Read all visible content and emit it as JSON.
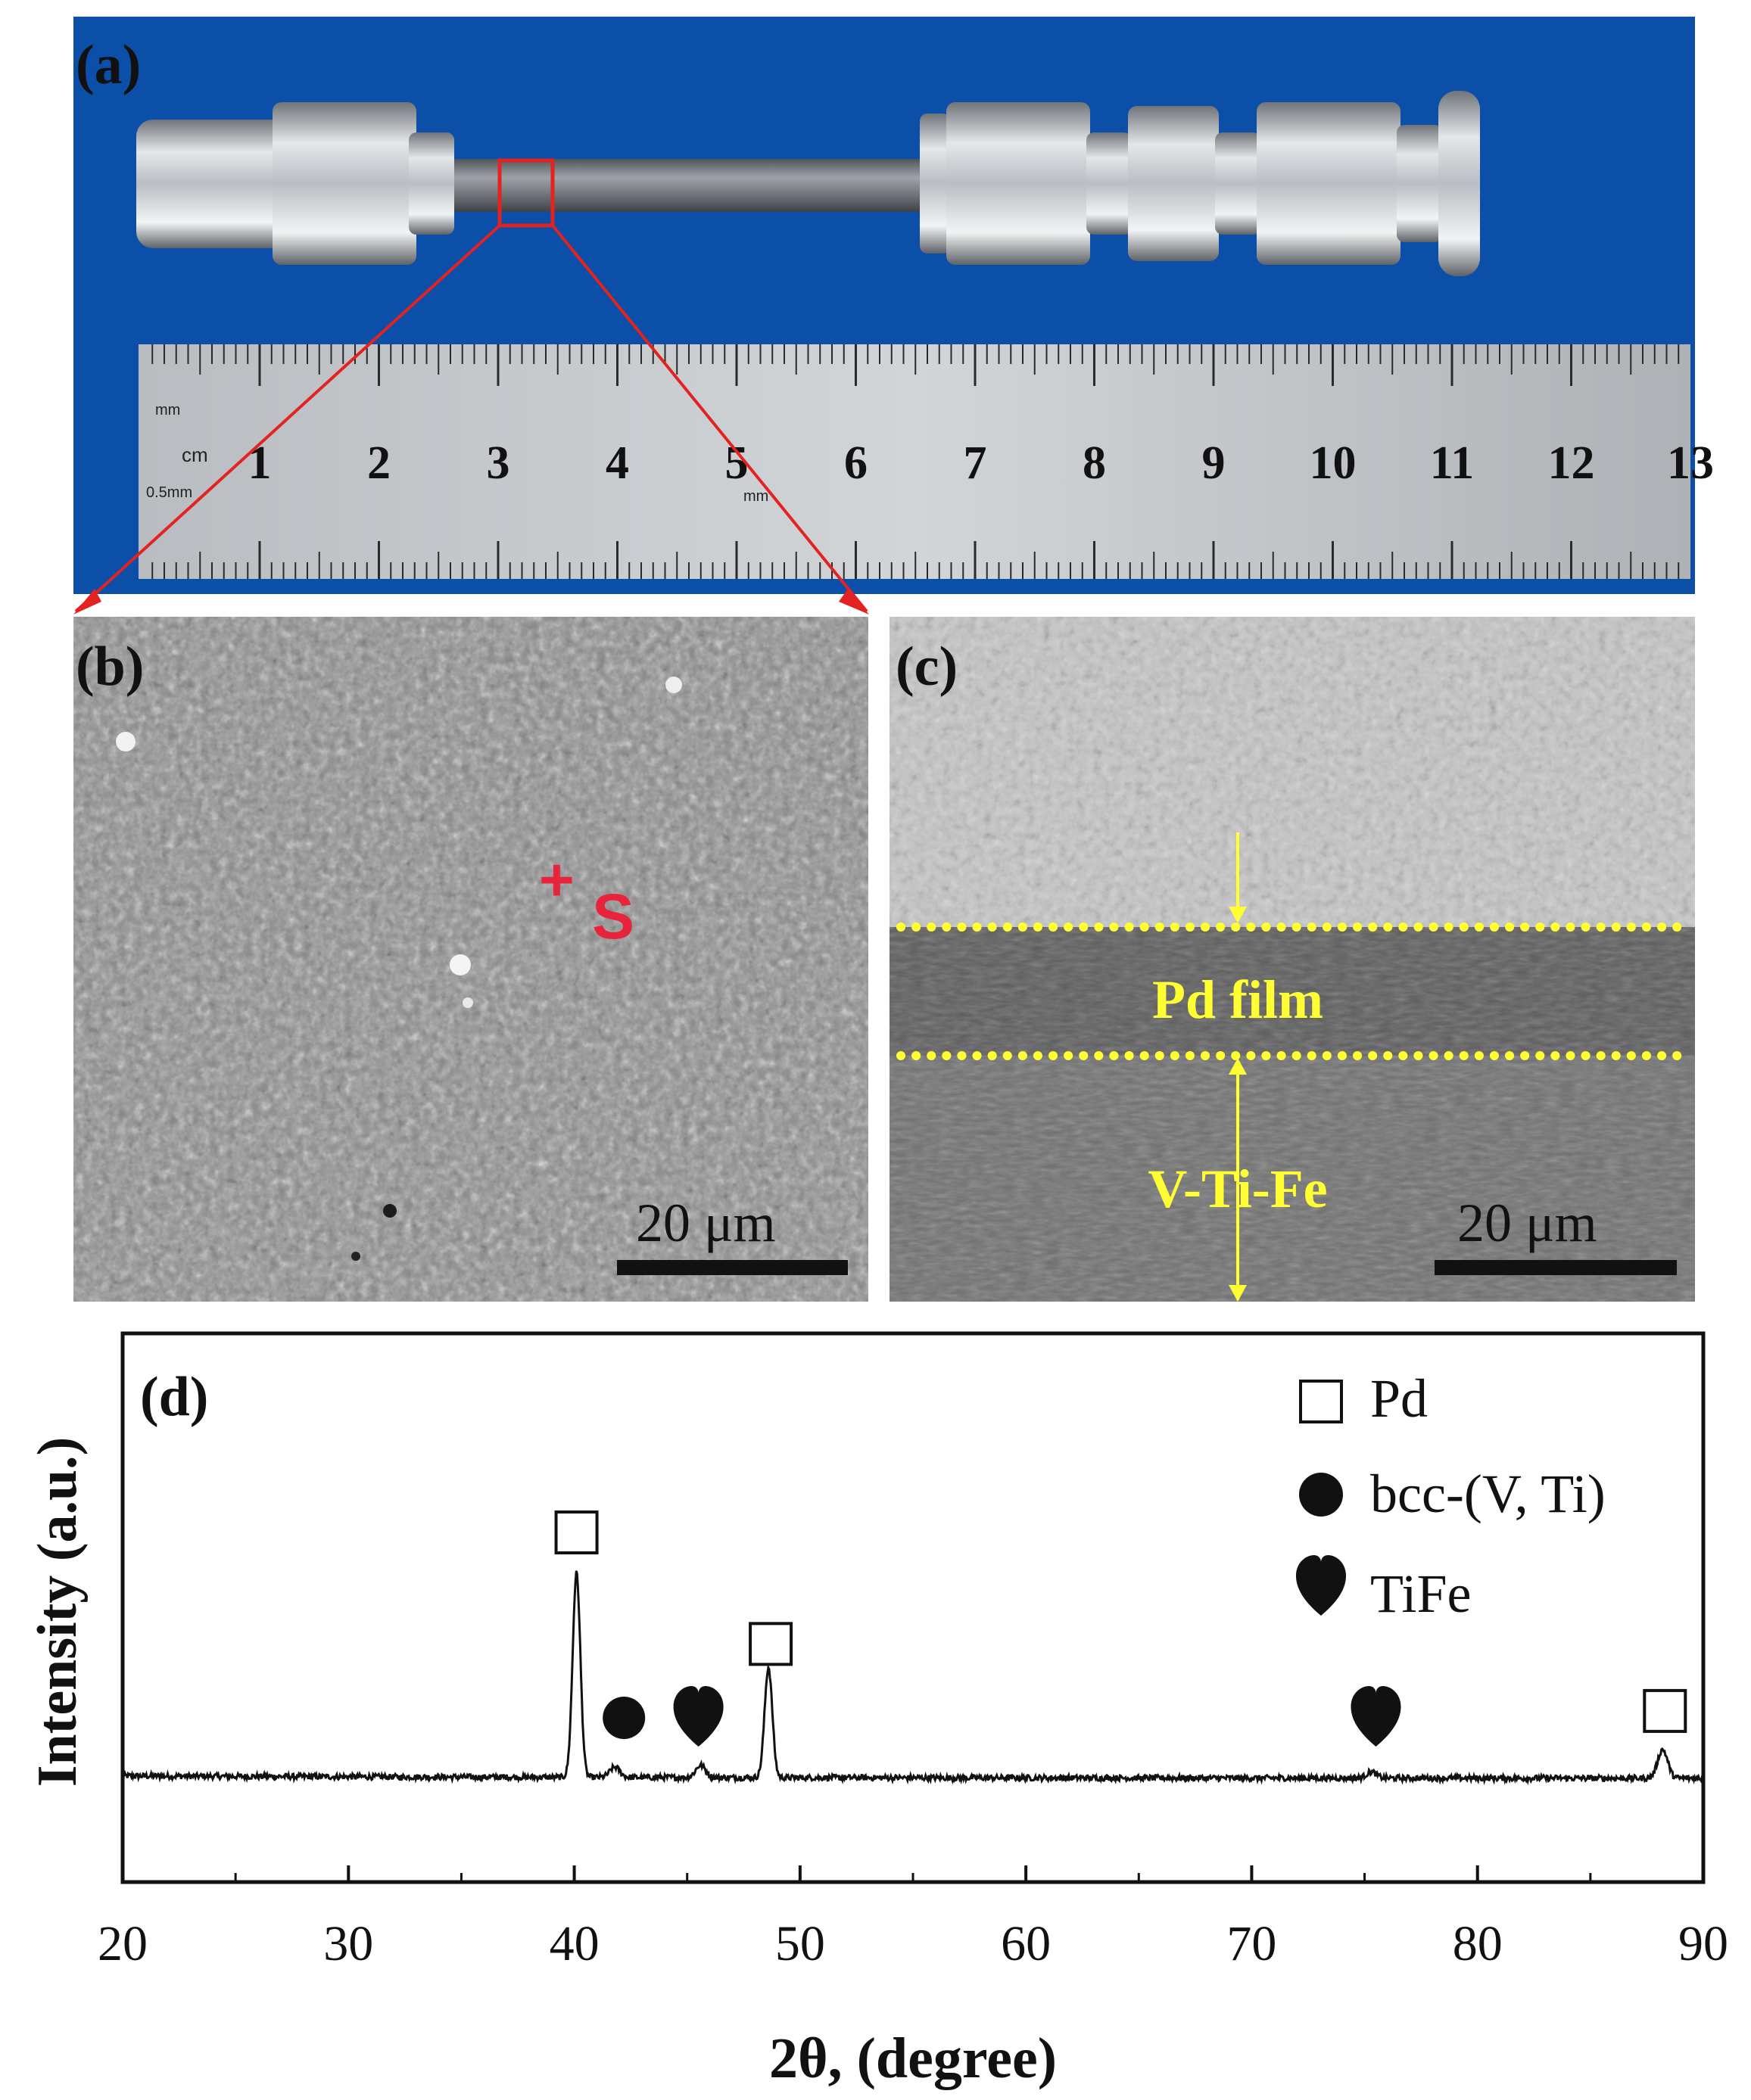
{
  "figure": {
    "panel_a": {
      "label": "(a)",
      "ruler": {
        "unit_top": "mm",
        "unit_cm": "cm",
        "unit_half": "0.5mm",
        "unit_mid": "mm",
        "numbers": [
          "1",
          "2",
          "3",
          "4",
          "5",
          "6",
          "7",
          "8",
          "9",
          "10",
          "11",
          "12",
          "13"
        ]
      },
      "colors": {
        "background": "#0b4fa8",
        "highlight": "#e32222"
      }
    },
    "panel_b": {
      "label": "(b)",
      "marker": "+",
      "marker_text": "S",
      "scale_bar": "20 μm"
    },
    "panel_c": {
      "label": "(c)",
      "layer_pd": "Pd film",
      "layer_base": "V-Ti-Fe",
      "scale_bar": "20 μm",
      "colors": {
        "annotation": "#ffff33"
      }
    },
    "panel_d": {
      "label": "(d)"
    }
  },
  "chart_data": {
    "type": "line",
    "title": "",
    "xlabel": "2θ, (degree)",
    "ylabel": "Intensity (a.u.)",
    "xlim": [
      20,
      90
    ],
    "xticks": [
      20,
      30,
      40,
      50,
      60,
      70,
      80,
      90
    ],
    "grid": false,
    "legend_position": "top-right",
    "legend": [
      {
        "name": "Pd",
        "symbol": "open-square"
      },
      {
        "name": "bcc-(V, Ti)",
        "symbol": "filled-circle"
      },
      {
        "name": "TiFe",
        "symbol": "heart"
      }
    ],
    "peaks": [
      {
        "x": 40.1,
        "height": 1.0,
        "phase": "Pd"
      },
      {
        "x": 41.8,
        "height": 0.05,
        "phase": "bcc-(V, Ti)"
      },
      {
        "x": 45.6,
        "height": 0.06,
        "phase": "TiFe"
      },
      {
        "x": 48.6,
        "height": 0.54,
        "phase": "Pd"
      },
      {
        "x": 75.3,
        "height": 0.03,
        "phase": "TiFe"
      },
      {
        "x": 88.2,
        "height": 0.14,
        "phase": "Pd"
      }
    ],
    "peak_markers": [
      {
        "x": 40.1,
        "symbol": "open-square"
      },
      {
        "x": 42.2,
        "symbol": "filled-circle"
      },
      {
        "x": 45.5,
        "symbol": "heart"
      },
      {
        "x": 48.7,
        "symbol": "open-square"
      },
      {
        "x": 75.5,
        "symbol": "heart"
      },
      {
        "x": 88.3,
        "symbol": "open-square"
      }
    ]
  }
}
